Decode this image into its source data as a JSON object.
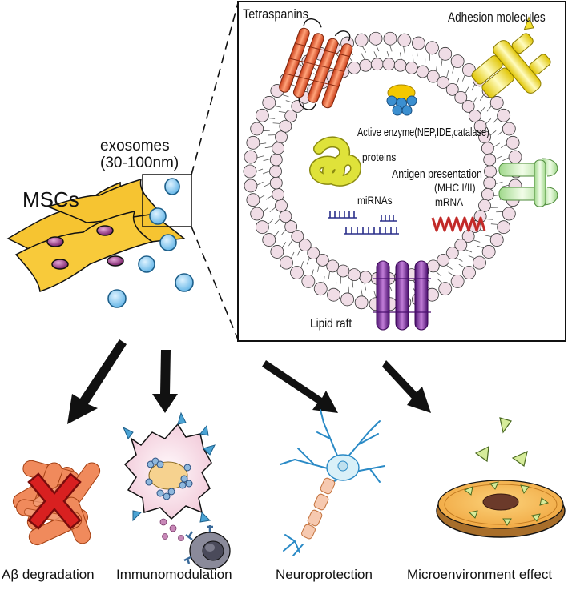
{
  "labels": {
    "mscs": "MSCs",
    "exosomes_line1": "exosomes",
    "exosomes_line2": "(30-100nm)",
    "tetraspanins": "Tetraspanins",
    "adhesion": "Adhesion molecules",
    "enzyme": "Active enzyme(NEP,IDE,catalase)",
    "proteins": "proteins",
    "antigen_line1": "Antigen presentation",
    "antigen_line2": "(MHC I/II)",
    "mirnas": "miRNAs",
    "mrna": "mRNA",
    "lipid_raft": "Lipid raft"
  },
  "effects": [
    {
      "label": "Aβ degradation"
    },
    {
      "label": "Immunomodulation"
    },
    {
      "label": "Neuroprotection"
    },
    {
      "label": "Microenvironment effect"
    }
  ],
  "colors": {
    "cell_fill": "#f6c431",
    "nucleus": "#8a2a7a",
    "exosome": "#7cc5ec",
    "lipid_head": "#f0dde6",
    "tetraspanin": "#e8542b",
    "adhesion": "#f4e233",
    "mhc": "#c9edbb",
    "raft": "#7a2aa0",
    "protein": "#dfe23a",
    "mrna": "#c22a28",
    "mirna": "#2a2f8a",
    "enzyme_top": "#f5c800",
    "enzyme_bottom": "#3b8fd0",
    "abeta": "#f08a5c",
    "x_mark": "#d82020"
  }
}
